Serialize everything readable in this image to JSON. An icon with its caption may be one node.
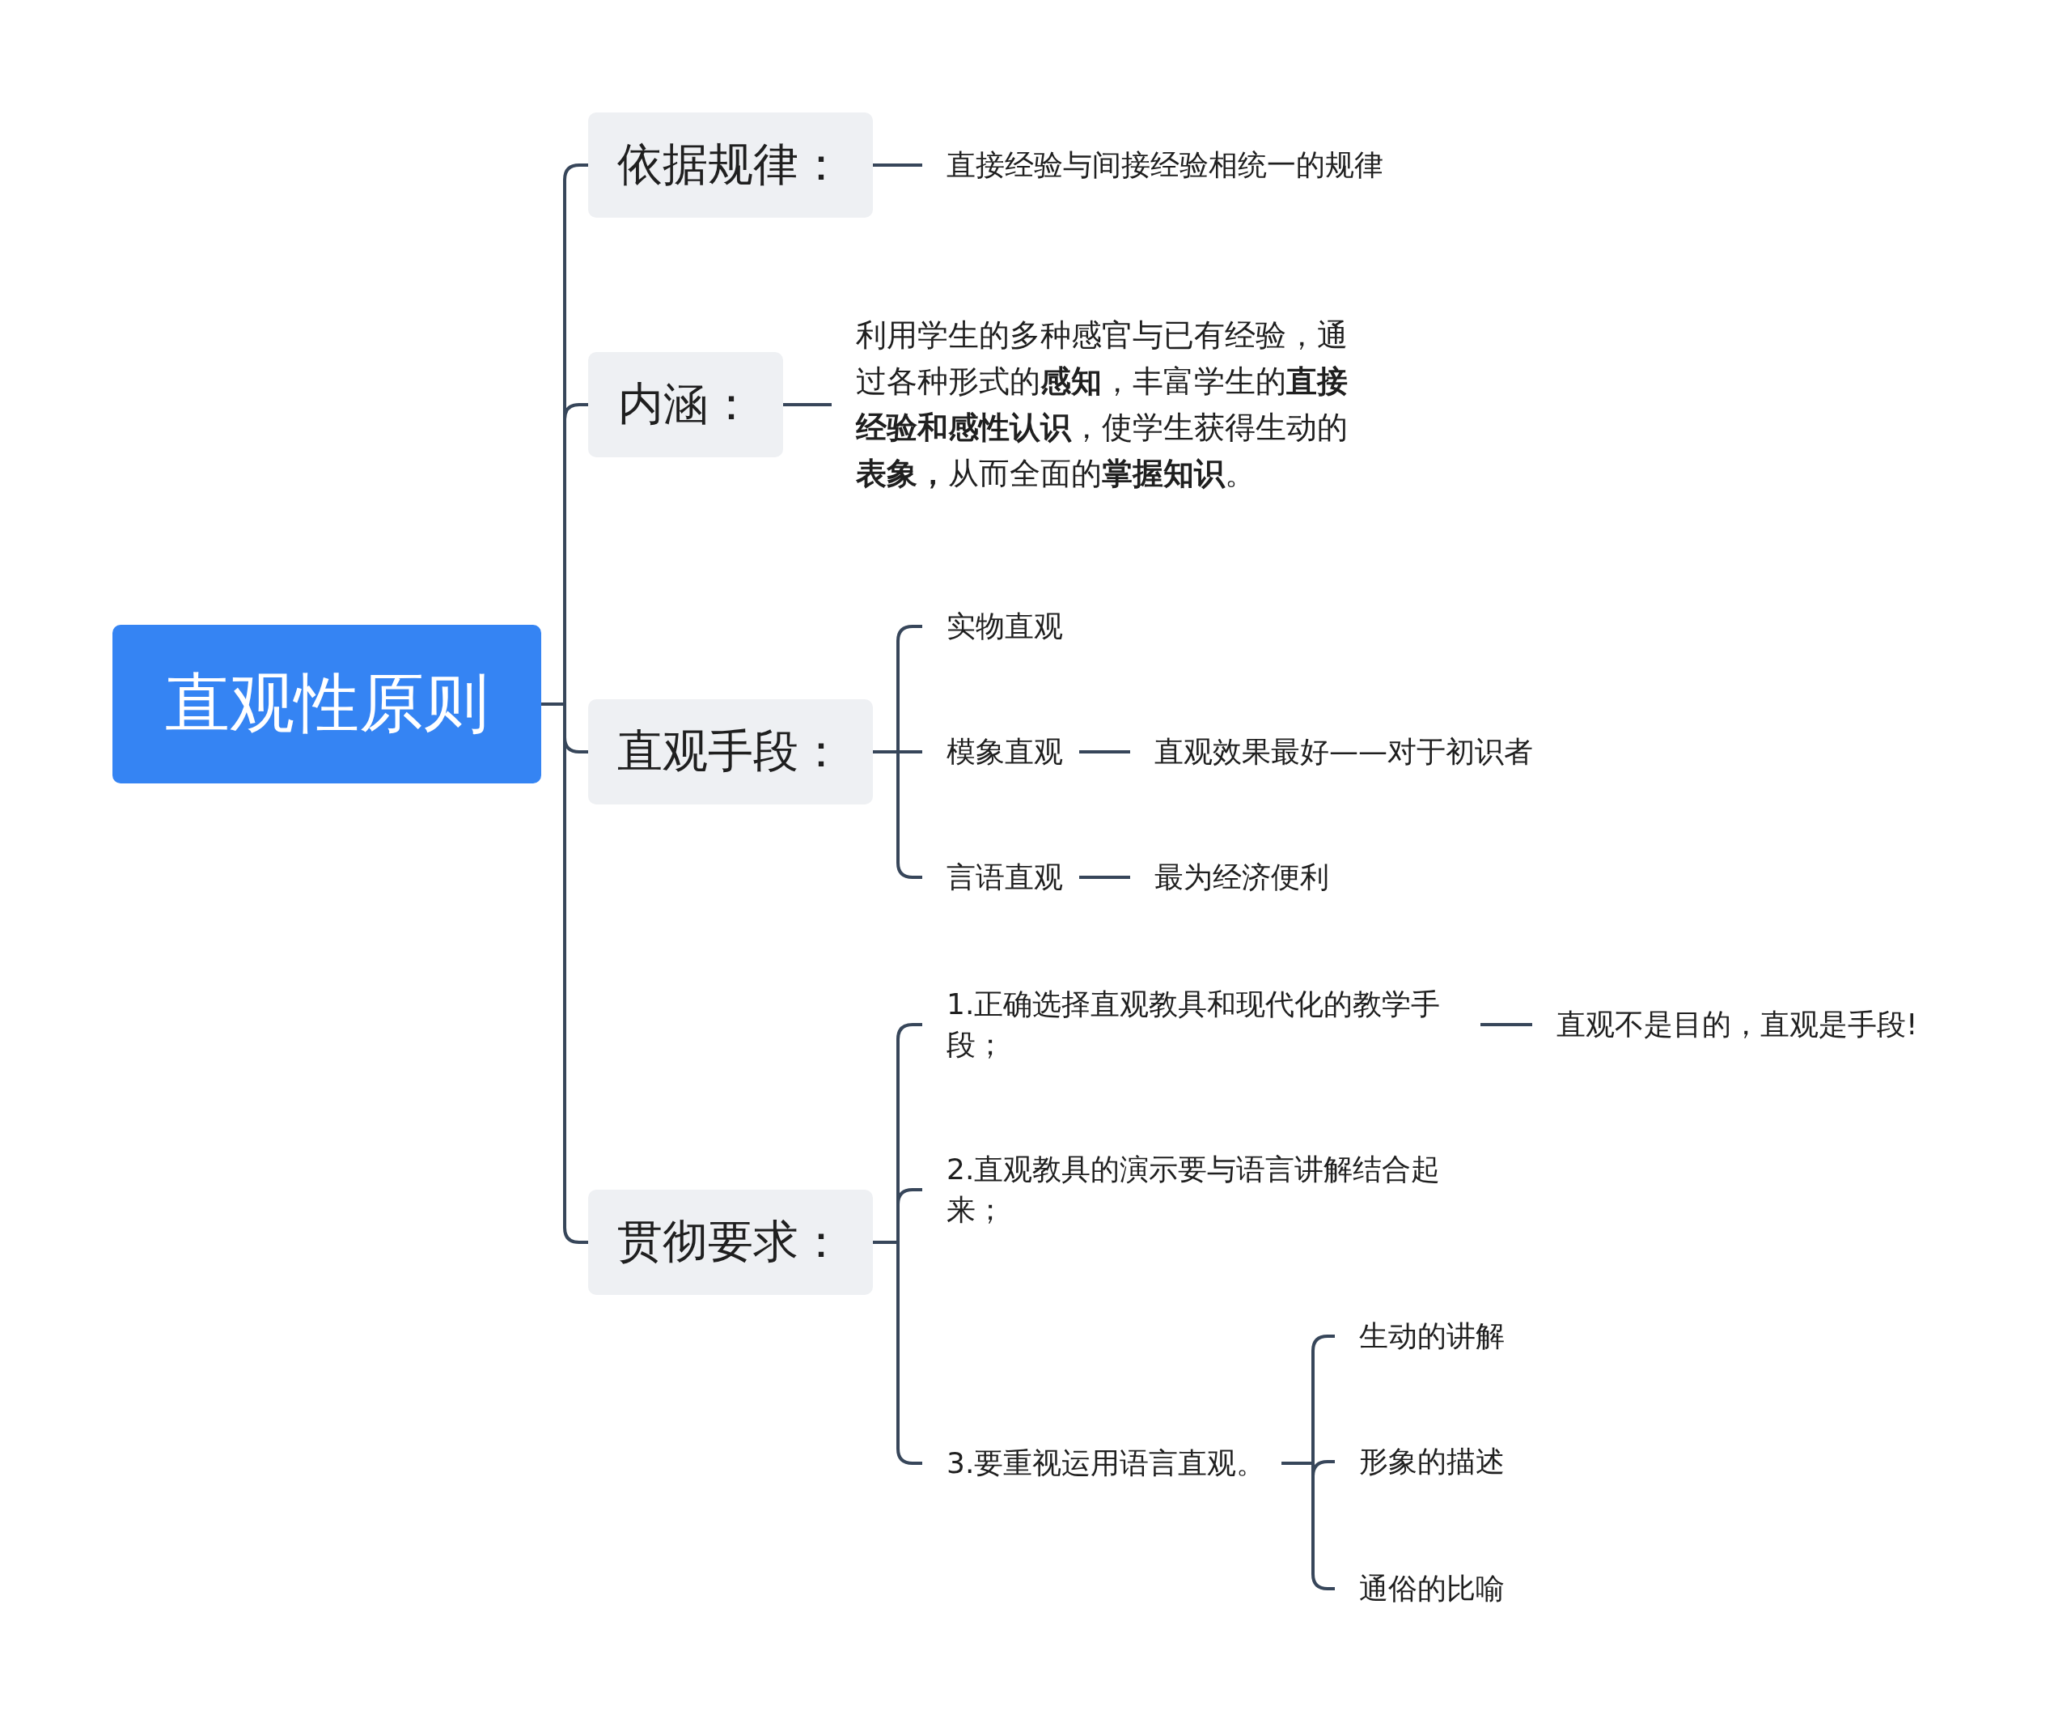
{
  "diagram": {
    "nodes": [
      {
        "text": [
          "直观性原则"
        ]
      },
      {
        "text": [
          "依据规律："
        ]
      },
      {
        "text": [
          "直接经验与间接经验相统一的规律"
        ]
      },
      {
        "text": [
          "内涵："
        ]
      },
      {
        "text": [
          "利用学生的多种感官与已有经验，通过各种形式的**感知**，丰富学生的**直接经验和感性认识**，使学生获得生动的**表象，**从而全面的**掌握知识**。"
        ]
      },
      {
        "text": [
          "直观手段："
        ]
      },
      {
        "text": [
          "实物直观"
        ]
      },
      {
        "text": [
          "模象直观"
        ]
      },
      {
        "text": [
          "直观效果最好——对于初识者"
        ]
      },
      {
        "text": [
          "言语直观"
        ]
      },
      {
        "text": [
          "最为经济便利"
        ]
      },
      {
        "text": [
          "贯彻要求："
        ]
      },
      {
        "text": [
          "1.正确选择直观教具和现代化的教学手段；"
        ]
      },
      {
        "text": [
          "直观不是目的，直观是手段!"
        ]
      },
      {
        "text": [
          "2.直观教具的演示要与语言讲解结合起来；"
        ]
      },
      {
        "text": [
          "3.要重视运用语言直观。"
        ]
      },
      {
        "text": [
          "生动的讲解"
        ]
      },
      {
        "text": [
          "形象的描述"
        ]
      },
      {
        "text": [
          "通俗的比喻"
        ]
      }
    ],
    "edges": [
      {
        "from": 0,
        "to": 1,
        "arrow": "none"
      },
      {
        "from": 0,
        "to": 3,
        "arrow": "none"
      },
      {
        "from": 0,
        "to": 5,
        "arrow": "none"
      },
      {
        "from": 0,
        "to": 11,
        "arrow": "none"
      },
      {
        "from": 1,
        "to": 2,
        "arrow": "none"
      },
      {
        "from": 3,
        "to": 4,
        "arrow": "none"
      },
      {
        "from": 5,
        "to": 6,
        "arrow": "none"
      },
      {
        "from": 5,
        "to": 7,
        "arrow": "none"
      },
      {
        "from": 5,
        "to": 9,
        "arrow": "none"
      },
      {
        "from": 7,
        "to": 8,
        "arrow": "none"
      },
      {
        "from": 9,
        "to": 10,
        "arrow": "none"
      },
      {
        "from": 11,
        "to": 12,
        "arrow": "none"
      },
      {
        "from": 11,
        "to": 14,
        "arrow": "none"
      },
      {
        "from": 11,
        "to": 15,
        "arrow": "none"
      },
      {
        "from": 12,
        "to": 13,
        "arrow": "none"
      },
      {
        "from": 15,
        "to": 16,
        "arrow": "none"
      },
      {
        "from": 15,
        "to": 17,
        "arrow": "none"
      },
      {
        "from": 15,
        "to": 18,
        "arrow": "none"
      }
    ]
  }
}
